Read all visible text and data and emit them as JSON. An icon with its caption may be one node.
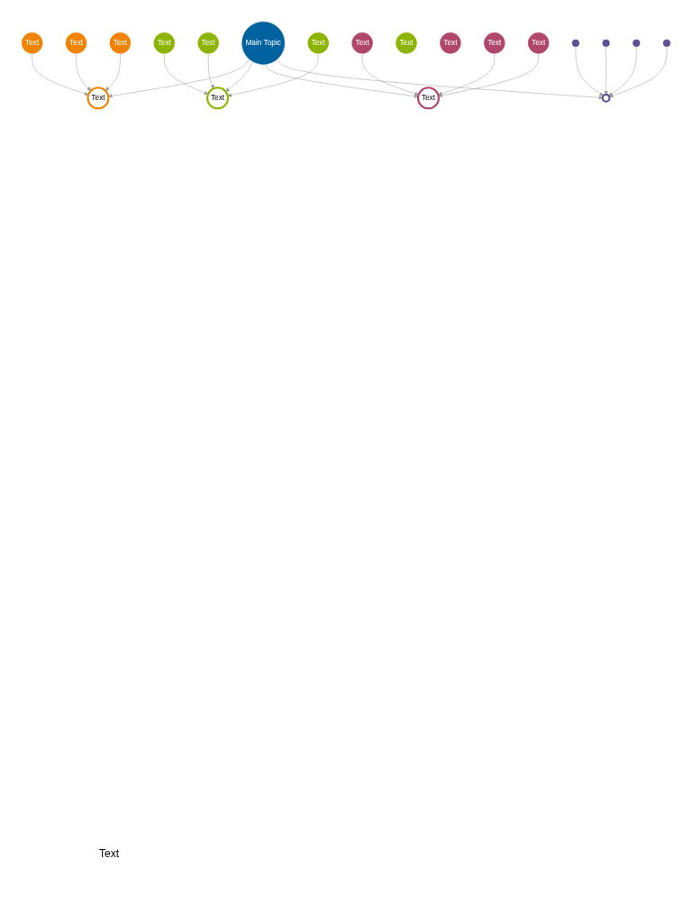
{
  "diagram": {
    "nodes": [
      {
        "text": [
          "Text"
        ]
      },
      {
        "text": [
          "Text"
        ]
      },
      {
        "text": [
          "Text"
        ]
      },
      {
        "text": [
          "Text"
        ]
      },
      {
        "text": [
          "Text"
        ]
      },
      {
        "text": [
          "Text"
        ]
      },
      {
        "text": [
          "Text"
        ]
      },
      {
        "text": [
          "Text"
        ]
      },
      {
        "text": [
          "Text"
        ]
      },
      {
        "text": [
          "Main Topic"
        ]
      },
      {
        "text": [
          "Text"
        ]
      },
      {
        "text": [
          "Text"
        ]
      },
      {
        "text": [
          "Text"
        ]
      },
      {
        "text": [
          "Text"
        ]
      },
      {
        "text": [
          "Text"
        ]
      },
      {
        "text": [],
        "shape": "circle"
      },
      {
        "text": [],
        "shape": "circle"
      },
      {
        "text": [],
        "shape": "circle"
      },
      {
        "text": [],
        "shape": "circle"
      },
      {
        "text": [],
        "shape": "circle"
      }
    ],
    "edges": [
      {
        "from": 0,
        "to": 3,
        "arrow": "to"
      },
      {
        "from": 2,
        "to": 3,
        "arrow": "to"
      },
      {
        "from": 1,
        "to": 3,
        "arrow": "to"
      },
      {
        "from": 9,
        "to": 3,
        "arrow": "to"
      },
      {
        "from": 9,
        "to": 8,
        "arrow": "to"
      },
      {
        "from": 9,
        "to": 10,
        "arrow": "to"
      },
      {
        "from": 9,
        "to": 15,
        "arrow": "to"
      },
      {
        "from": 4,
        "to": 8,
        "arrow": "to"
      },
      {
        "from": 6,
        "to": 8,
        "arrow": "to"
      },
      {
        "from": 13,
        "to": 8,
        "arrow": "to"
      },
      {
        "from": 5,
        "to": 10,
        "arrow": "to"
      },
      {
        "from": 7,
        "to": 10,
        "arrow": "to"
      },
      {
        "from": 14,
        "to": 10,
        "arrow": "to"
      },
      {
        "from": 16,
        "to": 15,
        "arrow": "to"
      },
      {
        "from": 17,
        "to": 15,
        "arrow": "to"
      },
      {
        "from": 18,
        "to": 15,
        "arrow": "to"
      },
      {
        "from": 19,
        "to": 15,
        "arrow": "to"
      }
    ],
    "labels": [
      "Text"
    ]
  }
}
